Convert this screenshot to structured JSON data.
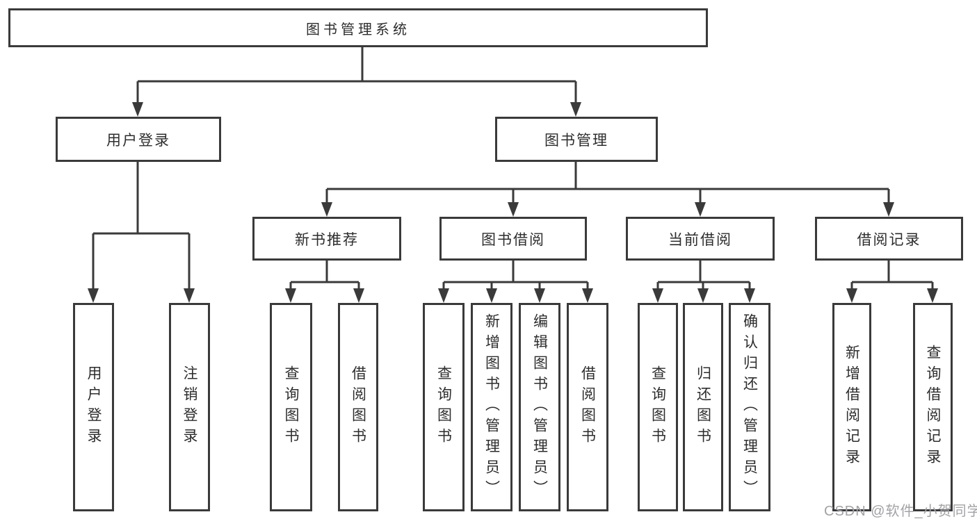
{
  "diagram": {
    "title": "图书管理系统",
    "type": "hierarchy-tree",
    "colors": {
      "line": "#3a3a3a",
      "box_border": "#3a3a3a",
      "text": "#2d2d2d",
      "background": "#ffffff",
      "watermark": "#a3a3a7"
    },
    "tree": {
      "label": "图书管理系统",
      "children": [
        {
          "label": "用户登录",
          "children": [
            {
              "label": "用户登录"
            },
            {
              "label": "注销登录"
            }
          ]
        },
        {
          "label": "图书管理",
          "children": [
            {
              "label": "新书推荐",
              "children": [
                {
                  "label": "查询图书"
                },
                {
                  "label": "借阅图书"
                }
              ]
            },
            {
              "label": "图书借阅",
              "children": [
                {
                  "label": "查询图书"
                },
                {
                  "label": "新增图书（管理员）"
                },
                {
                  "label": "编辑图书（管理员）"
                },
                {
                  "label": "借阅图书"
                }
              ]
            },
            {
              "label": "当前借阅",
              "children": [
                {
                  "label": "查询图书"
                },
                {
                  "label": "归还图书"
                },
                {
                  "label": "确认归还（管理员）"
                }
              ]
            },
            {
              "label": "借阅记录",
              "children": [
                {
                  "label": "新增借阅记录"
                },
                {
                  "label": "查询借阅记录"
                }
              ]
            }
          ]
        }
      ]
    },
    "watermark": "CSDN @软件_小贺同学"
  }
}
